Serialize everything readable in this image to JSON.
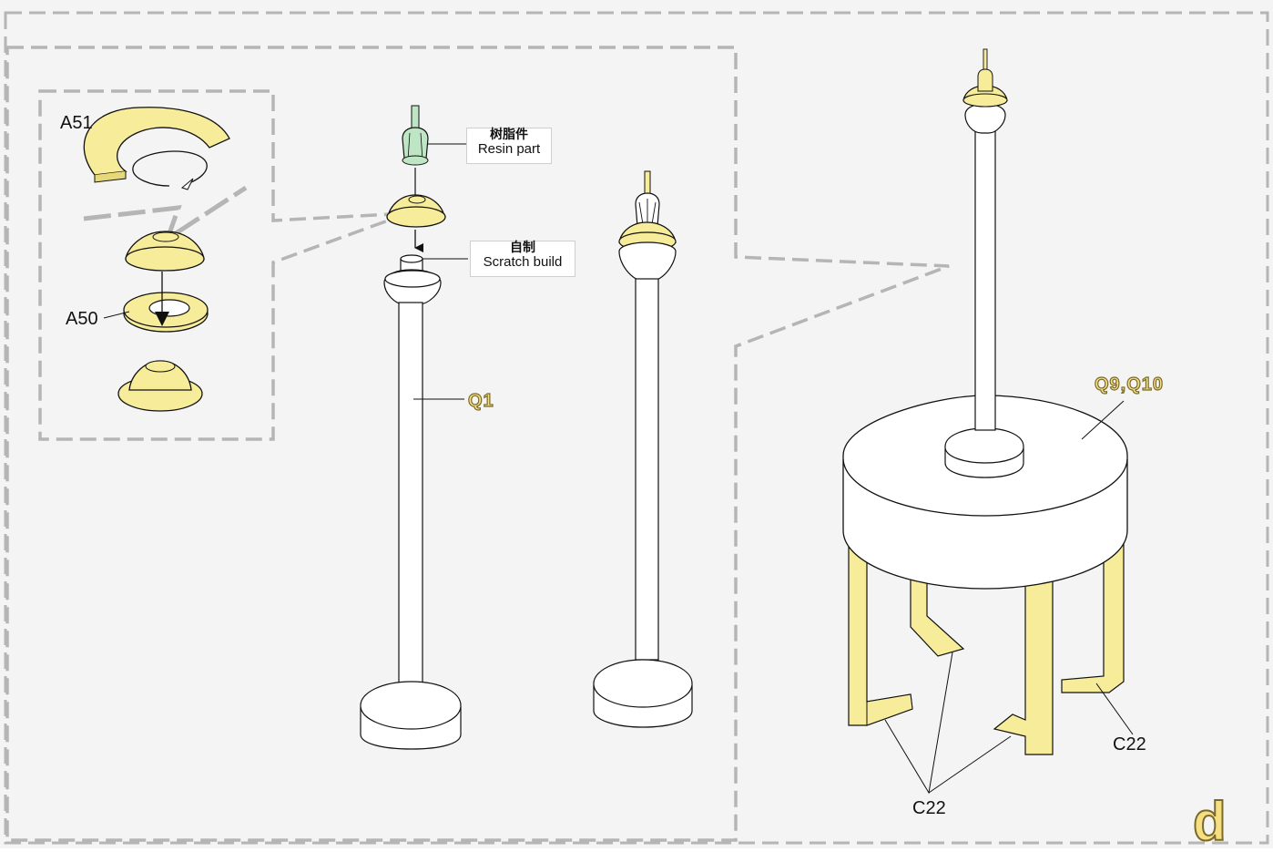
{
  "labels": {
    "a51": "A51",
    "a50": "A50",
    "q1": "Q1",
    "q9_q10": "Q9,Q10",
    "c22_single": "C22",
    "c22_multi": "C22"
  },
  "callouts": {
    "resin": {
      "cn": "树脂件",
      "en": "Resin part"
    },
    "scratch": {
      "cn": "自制",
      "en": "Scratch build"
    }
  },
  "step_letter": "d",
  "colors": {
    "part_yellow": "#f6ec9a",
    "resin_green": "#bfe6c4",
    "panel_gray": "#f4f4f4",
    "frame_dash": "#b5b5b5",
    "outline": "#111111"
  }
}
